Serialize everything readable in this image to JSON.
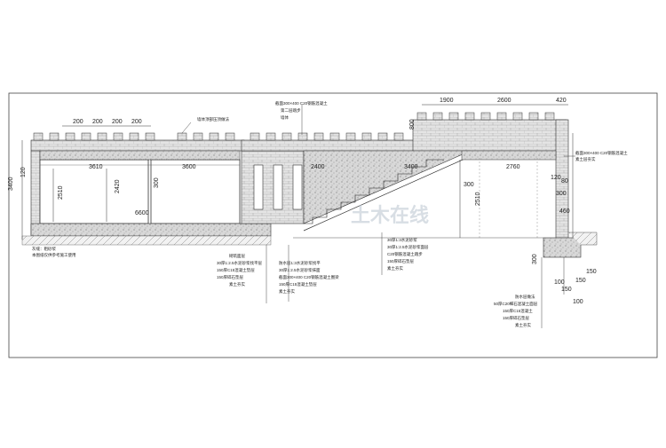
{
  "top_dims": [
    "200",
    "200",
    "200",
    "200"
  ],
  "right_top_dims": [
    "1900",
    "2600",
    "420"
  ],
  "left_dims": [
    "3400",
    "120"
  ],
  "inner_dims": {
    "pool_left_width": "3610",
    "pool_right_width": "3600",
    "overall": "6600",
    "h_2510_a": "2510",
    "h_2420": "2420",
    "h_300_a": "300",
    "mid_2400": "2400",
    "h_300_b": "300",
    "h_2510_b": "2510",
    "right_2760": "2760",
    "right_120": "120",
    "right_460": "460",
    "right_300": "300",
    "right_80": "80",
    "span_3400": "3400",
    "top_800": "800"
  },
  "bottom_right_dims": [
    "300",
    "150",
    "100",
    "150",
    "150",
    "100"
  ],
  "watermark": "土木在线",
  "left_note_1": "灰缝：粗砂浆",
  "left_note_2": "本图纸仅供参考施工使用",
  "callout_top": "墙体顶部压顶做法",
  "callout_top_mid": [
    "截面300×400 C20钢筋混凝土",
    "第二层踏步",
    "墙体"
  ],
  "callout_right_top": [
    "截面300×400 C20钢筋混凝土",
    "素土层夯实"
  ],
  "notes_bottom_left": [
    "砌筑面层",
    "30厚1:2.5水泥砂浆找平层",
    "150厚C15混凝土垫层",
    "150厚碎石垫层",
    "素土夯实"
  ],
  "notes_bottom_mid": [
    "防水层1:3水泥砂浆找平",
    "30厚1:2.5水泥砂浆抹面",
    "截面300×400 C20钢筋混凝土圈梁",
    "150厚C15混凝土垫层",
    "素土夯实"
  ],
  "notes_bottom_mid2": [
    "30厚1:3水泥砂浆",
    "30厚1:2.5水泥砂浆面层",
    "C20钢筋混凝土踏步",
    "150厚碎石垫层",
    "素土夯实"
  ],
  "notes_bottom_right": [
    "防水层做法",
    "50厚C20细石混凝土面层",
    "150厚C15混凝土",
    "150厚碎石垫层",
    "素土夯实"
  ]
}
